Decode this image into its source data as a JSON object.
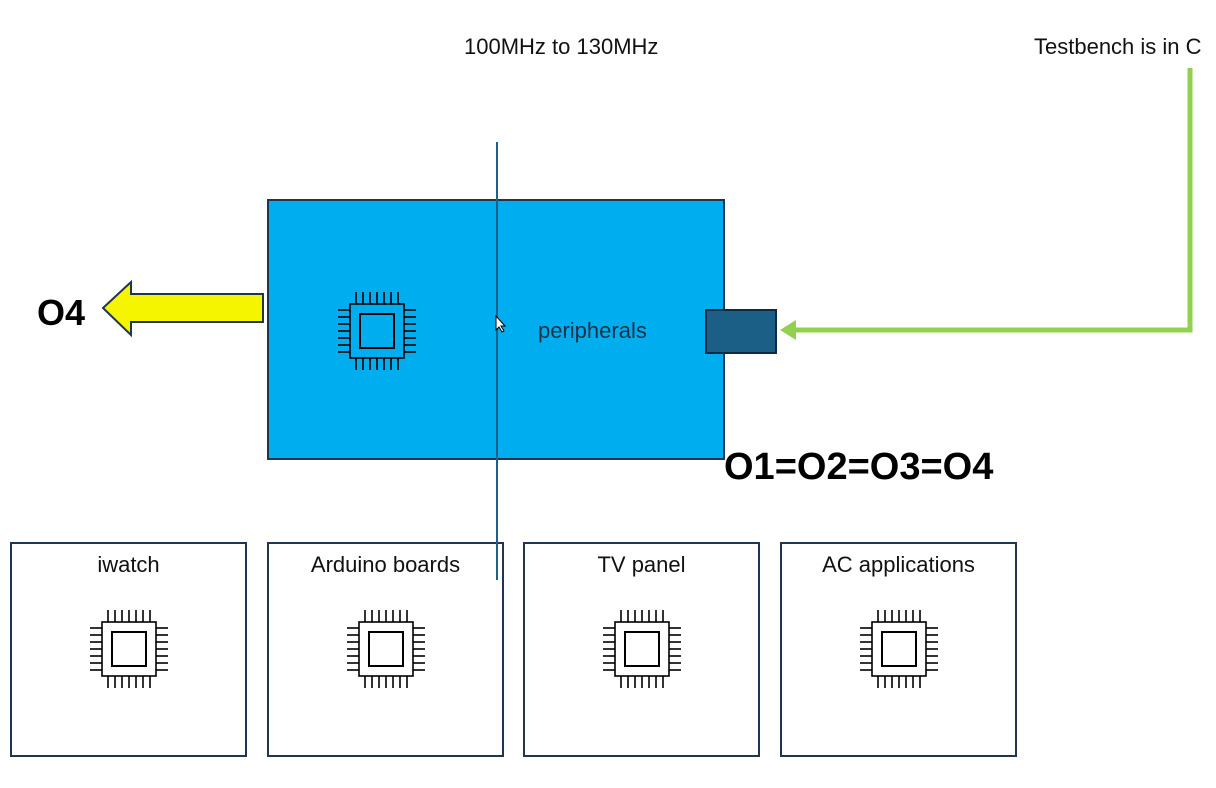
{
  "labels": {
    "frequency": "100MHz to 130MHz",
    "testbench": "Testbench is in C",
    "peripherals": "peripherals",
    "output": "O4",
    "equation": "O1=O2=O3=O4"
  },
  "applications": [
    {
      "label": "iwatch"
    },
    {
      "label": "Arduino boards"
    },
    {
      "label": "TV panel"
    },
    {
      "label": "AC applications"
    }
  ],
  "icons": {
    "chip": "microcontroller-chip-icon",
    "output_arrow": "yellow-left-arrow",
    "input_arrow": "green-arrow",
    "cursor": "mouse-pointer-icon"
  },
  "colors": {
    "main_box": "#00aeef",
    "port": "#1b5e86",
    "output_arrow": "#f5f500",
    "input_arrow": "#92d050",
    "divider_line": "#1f5f8b",
    "outline": "#1f3550"
  }
}
